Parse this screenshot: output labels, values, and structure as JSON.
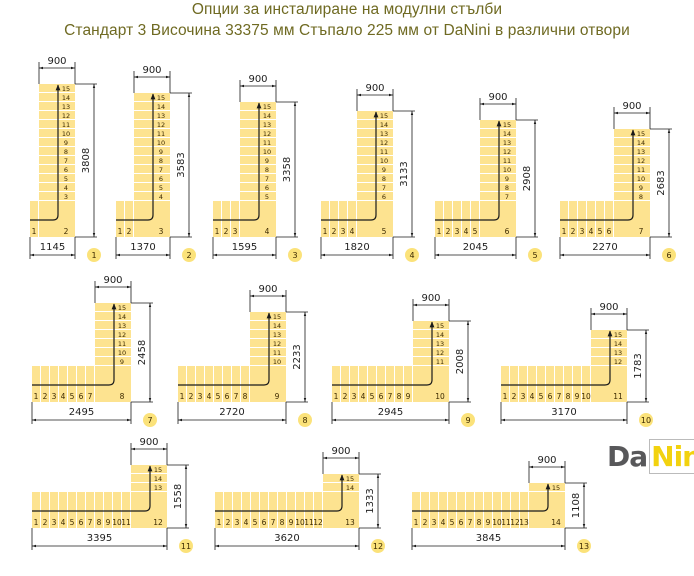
{
  "header": {
    "title_line1": "Опции за инсталиране на модулни стълби",
    "title_line2": "Стандарт 3 Височина 33375 мм Стъпало 225 мм от DaNini в различни отвори"
  },
  "logo": {
    "part1": "Da",
    "part2": "Nini"
  },
  "colors": {
    "step": "#fde390",
    "text": "#3d2a00",
    "badge": "#fbe27a",
    "line": "#1a1a1a"
  },
  "total_steps": 15,
  "depth_label": "900",
  "diagrams": [
    {
      "number": "1",
      "bottom_steps": 1,
      "width": "1145",
      "height": "3808"
    },
    {
      "number": "2",
      "bottom_steps": 2,
      "width": "1370",
      "height": "3583"
    },
    {
      "number": "3",
      "bottom_steps": 3,
      "width": "1595",
      "height": "3358"
    },
    {
      "number": "4",
      "bottom_steps": 4,
      "width": "1820",
      "height": "3133"
    },
    {
      "number": "5",
      "bottom_steps": 5,
      "width": "2045",
      "height": "2908"
    },
    {
      "number": "6",
      "bottom_steps": 6,
      "width": "2270",
      "height": "2683"
    },
    {
      "number": "7",
      "bottom_steps": 7,
      "width": "2495",
      "height": "2458"
    },
    {
      "number": "8",
      "bottom_steps": 8,
      "width": "2720",
      "height": "2233"
    },
    {
      "number": "9",
      "bottom_steps": 9,
      "width": "2945",
      "height": "2008"
    },
    {
      "number": "10",
      "bottom_steps": 10,
      "width": "3170",
      "height": "1783"
    },
    {
      "number": "11",
      "bottom_steps": 11,
      "width": "3395",
      "height": "1558"
    },
    {
      "number": "12",
      "bottom_steps": 12,
      "width": "3620",
      "height": "1333"
    },
    {
      "number": "13",
      "bottom_steps": 13,
      "width": "3845",
      "height": "1108"
    }
  ]
}
